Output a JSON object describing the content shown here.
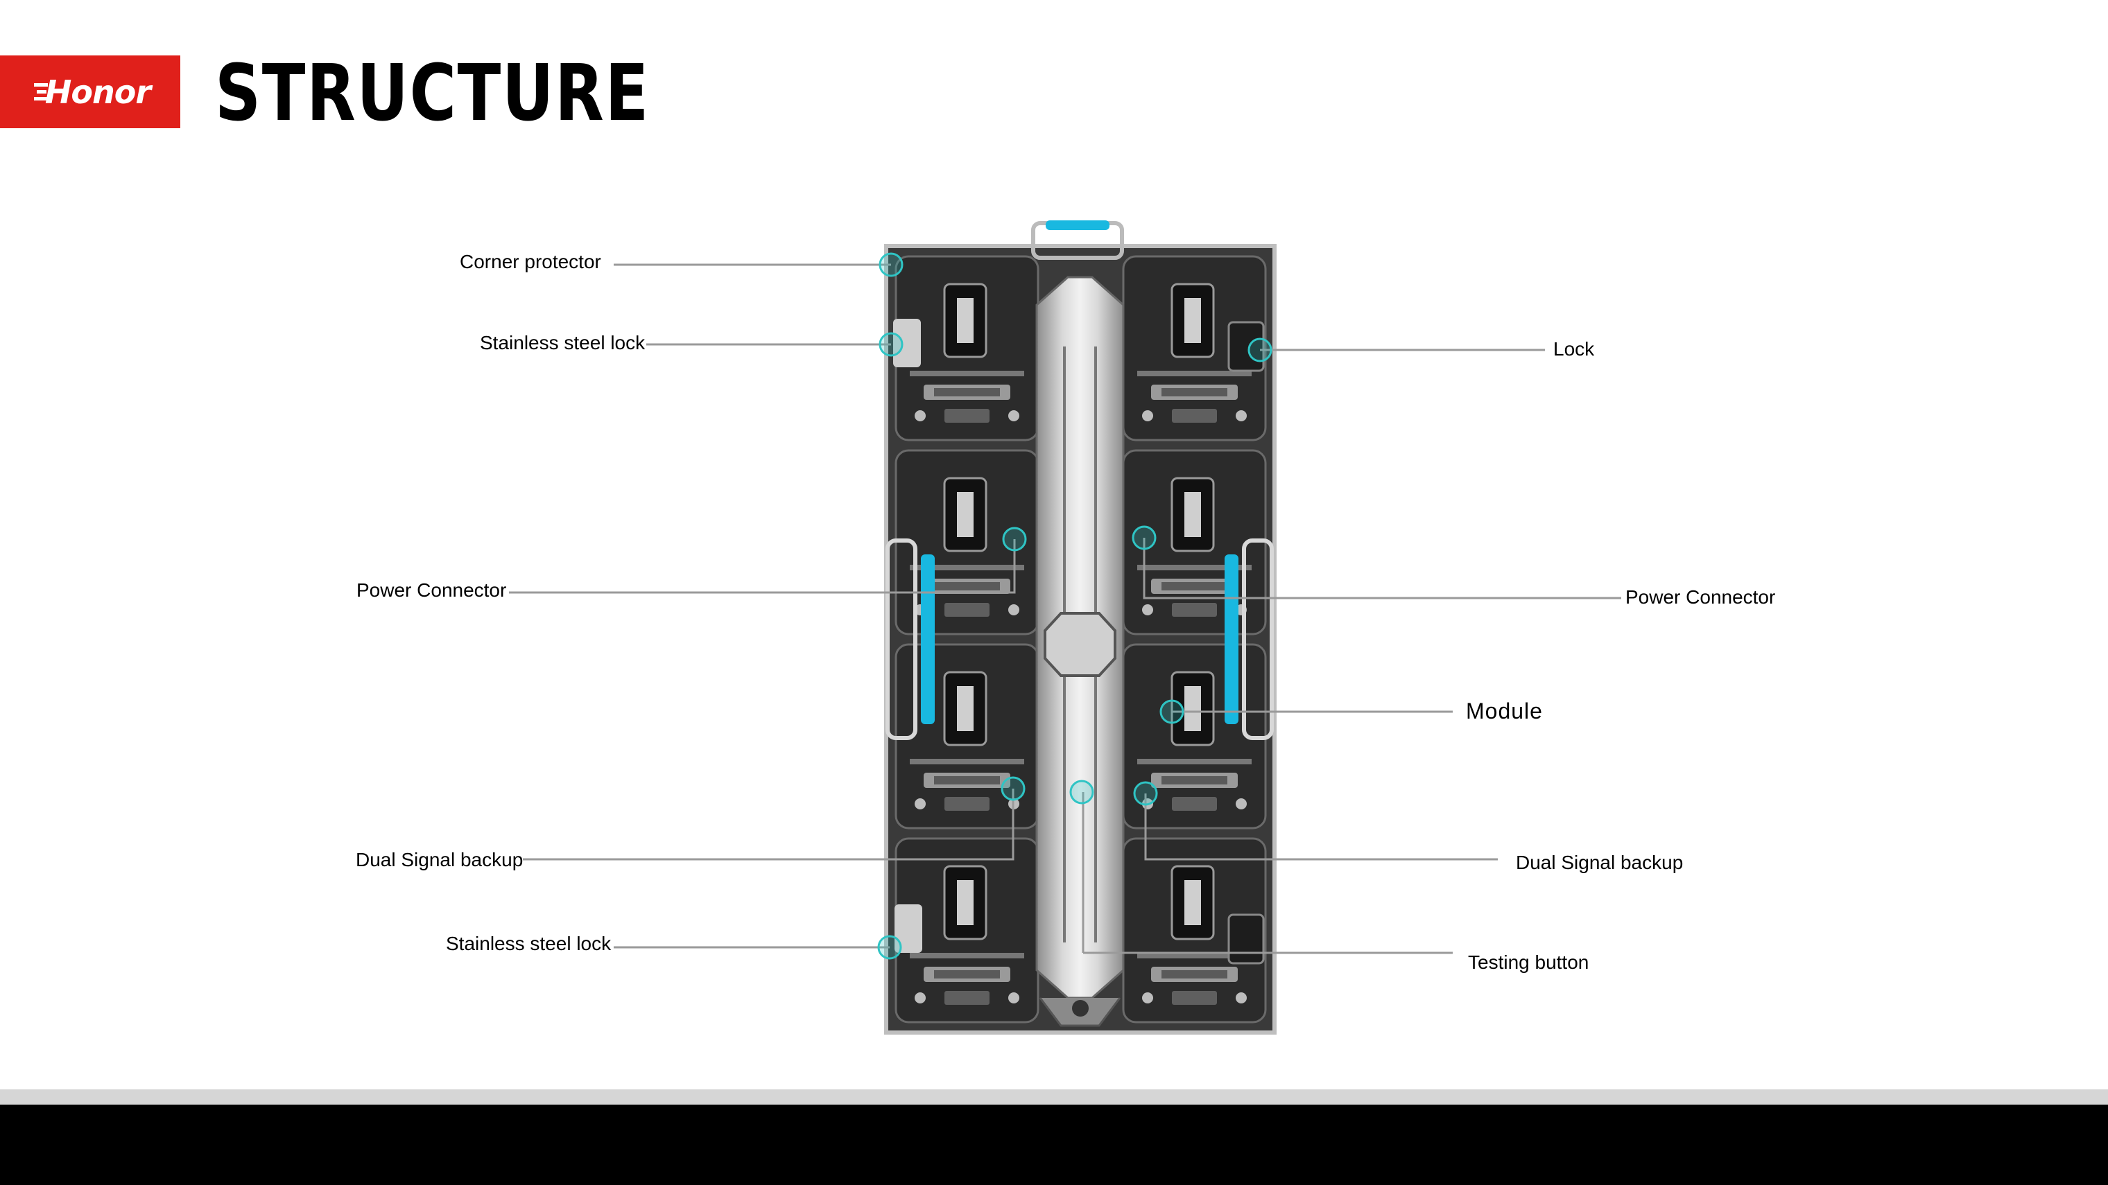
{
  "header": {
    "logo_text": "Honor",
    "title": "STRUCTURE",
    "brand_color": "#e0201b"
  },
  "callouts": {
    "corner_protector": "Corner protector",
    "stainless_lock_top": "Stainless steel lock",
    "lock": "Lock",
    "power_connector_left": "Power Connector",
    "power_connector_right": "Power Connector",
    "module": "Module",
    "dual_signal_left": "Dual Signal backup",
    "dual_signal_right": "Dual Signal backup",
    "stainless_lock_bottom": "Stainless steel lock",
    "testing_button": "Testing button"
  },
  "colors": {
    "accent_blue": "#19b8e0",
    "marker": "#2fc4c4",
    "cabinet": "#2b2b2b",
    "frame": "#bfbfbf"
  }
}
